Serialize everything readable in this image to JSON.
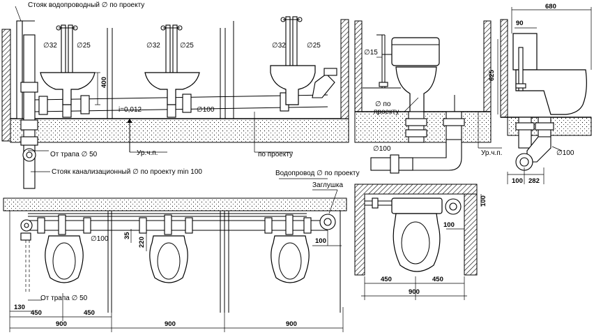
{
  "labels": {
    "water_riser": "Стояк водопроводный ∅ по проекту",
    "d32_a": "∅32",
    "d25_a": "∅25",
    "d32_b": "∅32",
    "d25_b": "∅25",
    "d32_c": "∅32",
    "d25_c": "∅25",
    "d15": "∅15",
    "h400": "400",
    "slope": "i=0,012",
    "d100_a": "∅100",
    "po_proektu_a": "∅ по",
    "po_proektu_b": "проекту",
    "d100_b": "∅100",
    "d100_c": "∅100",
    "floor_a": "Ур.ч.п.",
    "floor_b": "Ур.ч.п.",
    "po_proektu_c": "по проекту",
    "ot_trapa_a": "От трапа ∅ 50",
    "sewer_riser": "Стояк канализационный ∅ по проекту min 100",
    "water_supply": "Водопровод ∅ по проекту",
    "plug": "Заглушка",
    "d100_plan": "∅100",
    "ot_trapa_b": "От трапа ∅ 50",
    "h625": "625",
    "w680": "680",
    "w90": "90",
    "w100_side": "100",
    "w282": "282",
    "d100_side": "∅100",
    "h35": "35",
    "h220": "220",
    "w100_plan": "100",
    "w100_r_a": "100",
    "w100_r_b": "100",
    "w450_r1": "450",
    "w450_r2": "450",
    "w900_r": "900",
    "w130": "130",
    "w450_p1": "450",
    "w450_p2": "450",
    "w900_p1": "900",
    "w900_p2": "900",
    "w900_p3": "900"
  }
}
